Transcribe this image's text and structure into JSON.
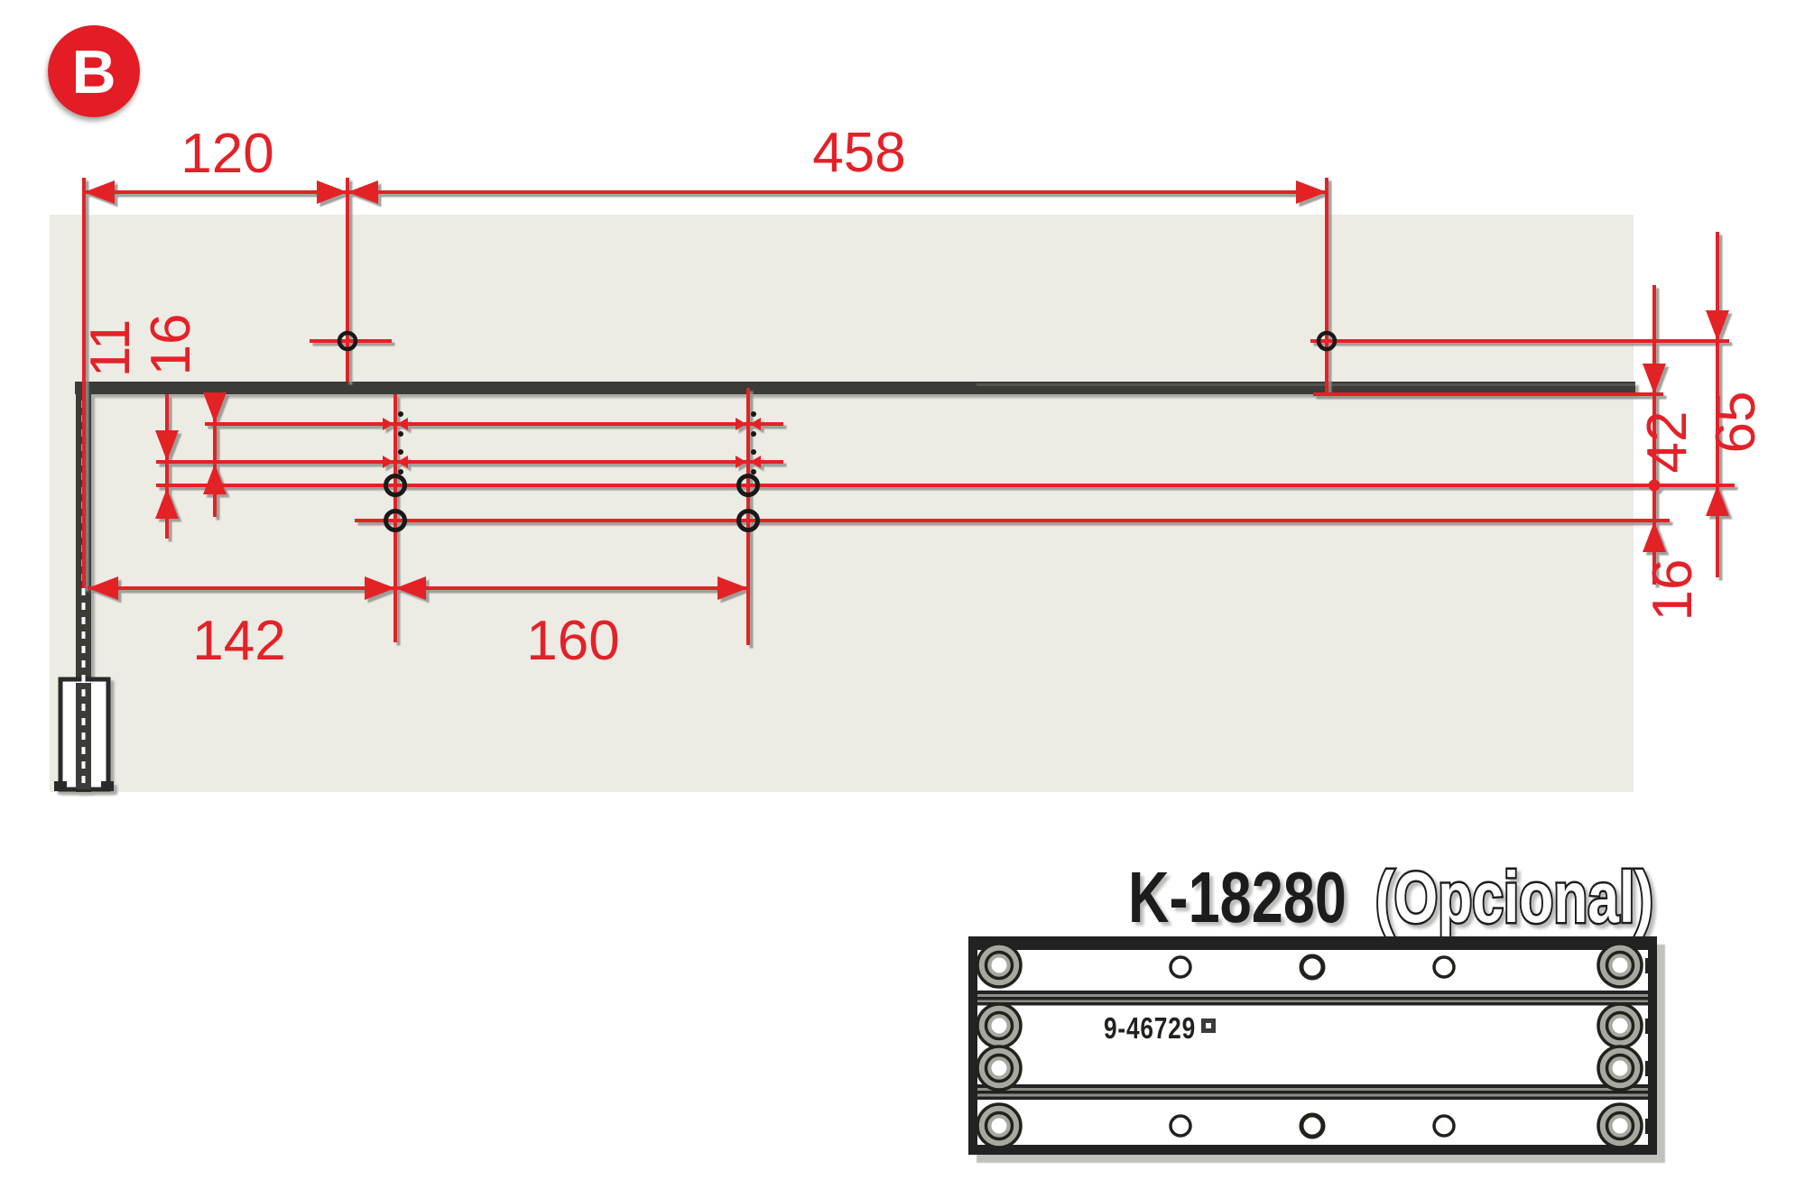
{
  "badge": {
    "label": "B"
  },
  "dims": {
    "top_left": "120",
    "top_right": "458",
    "left_inner_first": "11",
    "left_inner_second": "16",
    "bottom_first": "142",
    "bottom_second": "160",
    "right_bar_to_row": "42",
    "right_hole_to_row": "65",
    "right_lower": "16"
  },
  "part": {
    "code": "K-18280",
    "qualifier": "(Opcional)",
    "marking": "9-46729"
  },
  "colors": {
    "accent_red": "#e32128",
    "profile_dark": "#3a3a38",
    "wall_panel": "#ecebe4",
    "shadow_gray": "#9c9c97",
    "text_black": "#1b1b1a"
  }
}
